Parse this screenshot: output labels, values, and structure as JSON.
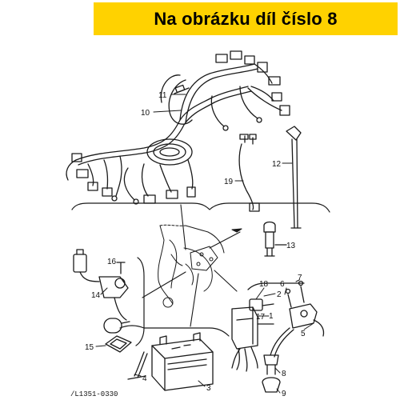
{
  "banner": {
    "text": "Na obrázku díl číslo 8",
    "color": "#ffd200"
  },
  "diagram": {
    "callouts": [
      "11",
      "10",
      "12",
      "19",
      "13",
      "16",
      "14",
      "15",
      "18",
      "17",
      "2",
      "6",
      "7",
      "5",
      "8",
      "9",
      "4",
      "3",
      "1"
    ],
    "drawing_code": "/L1351-0330"
  }
}
